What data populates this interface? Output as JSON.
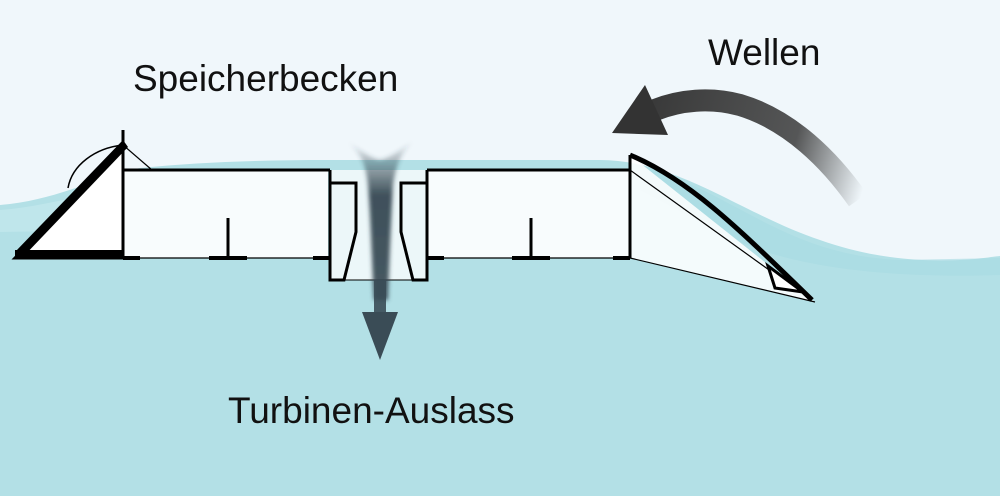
{
  "labels": {
    "reservoir": "Speicherbecken",
    "waves": "Wellen",
    "turbine_outlet": "Turbinen-Auslass"
  },
  "colors": {
    "sky": "#f0f7fb",
    "water": "#b3e0e6",
    "structure_fill": "#ffffff",
    "structure_stroke": "#000000",
    "text": "#111111"
  },
  "icons": {
    "wave_direction": "curved-arrow-left-icon",
    "outflow": "down-arrow-icon"
  }
}
